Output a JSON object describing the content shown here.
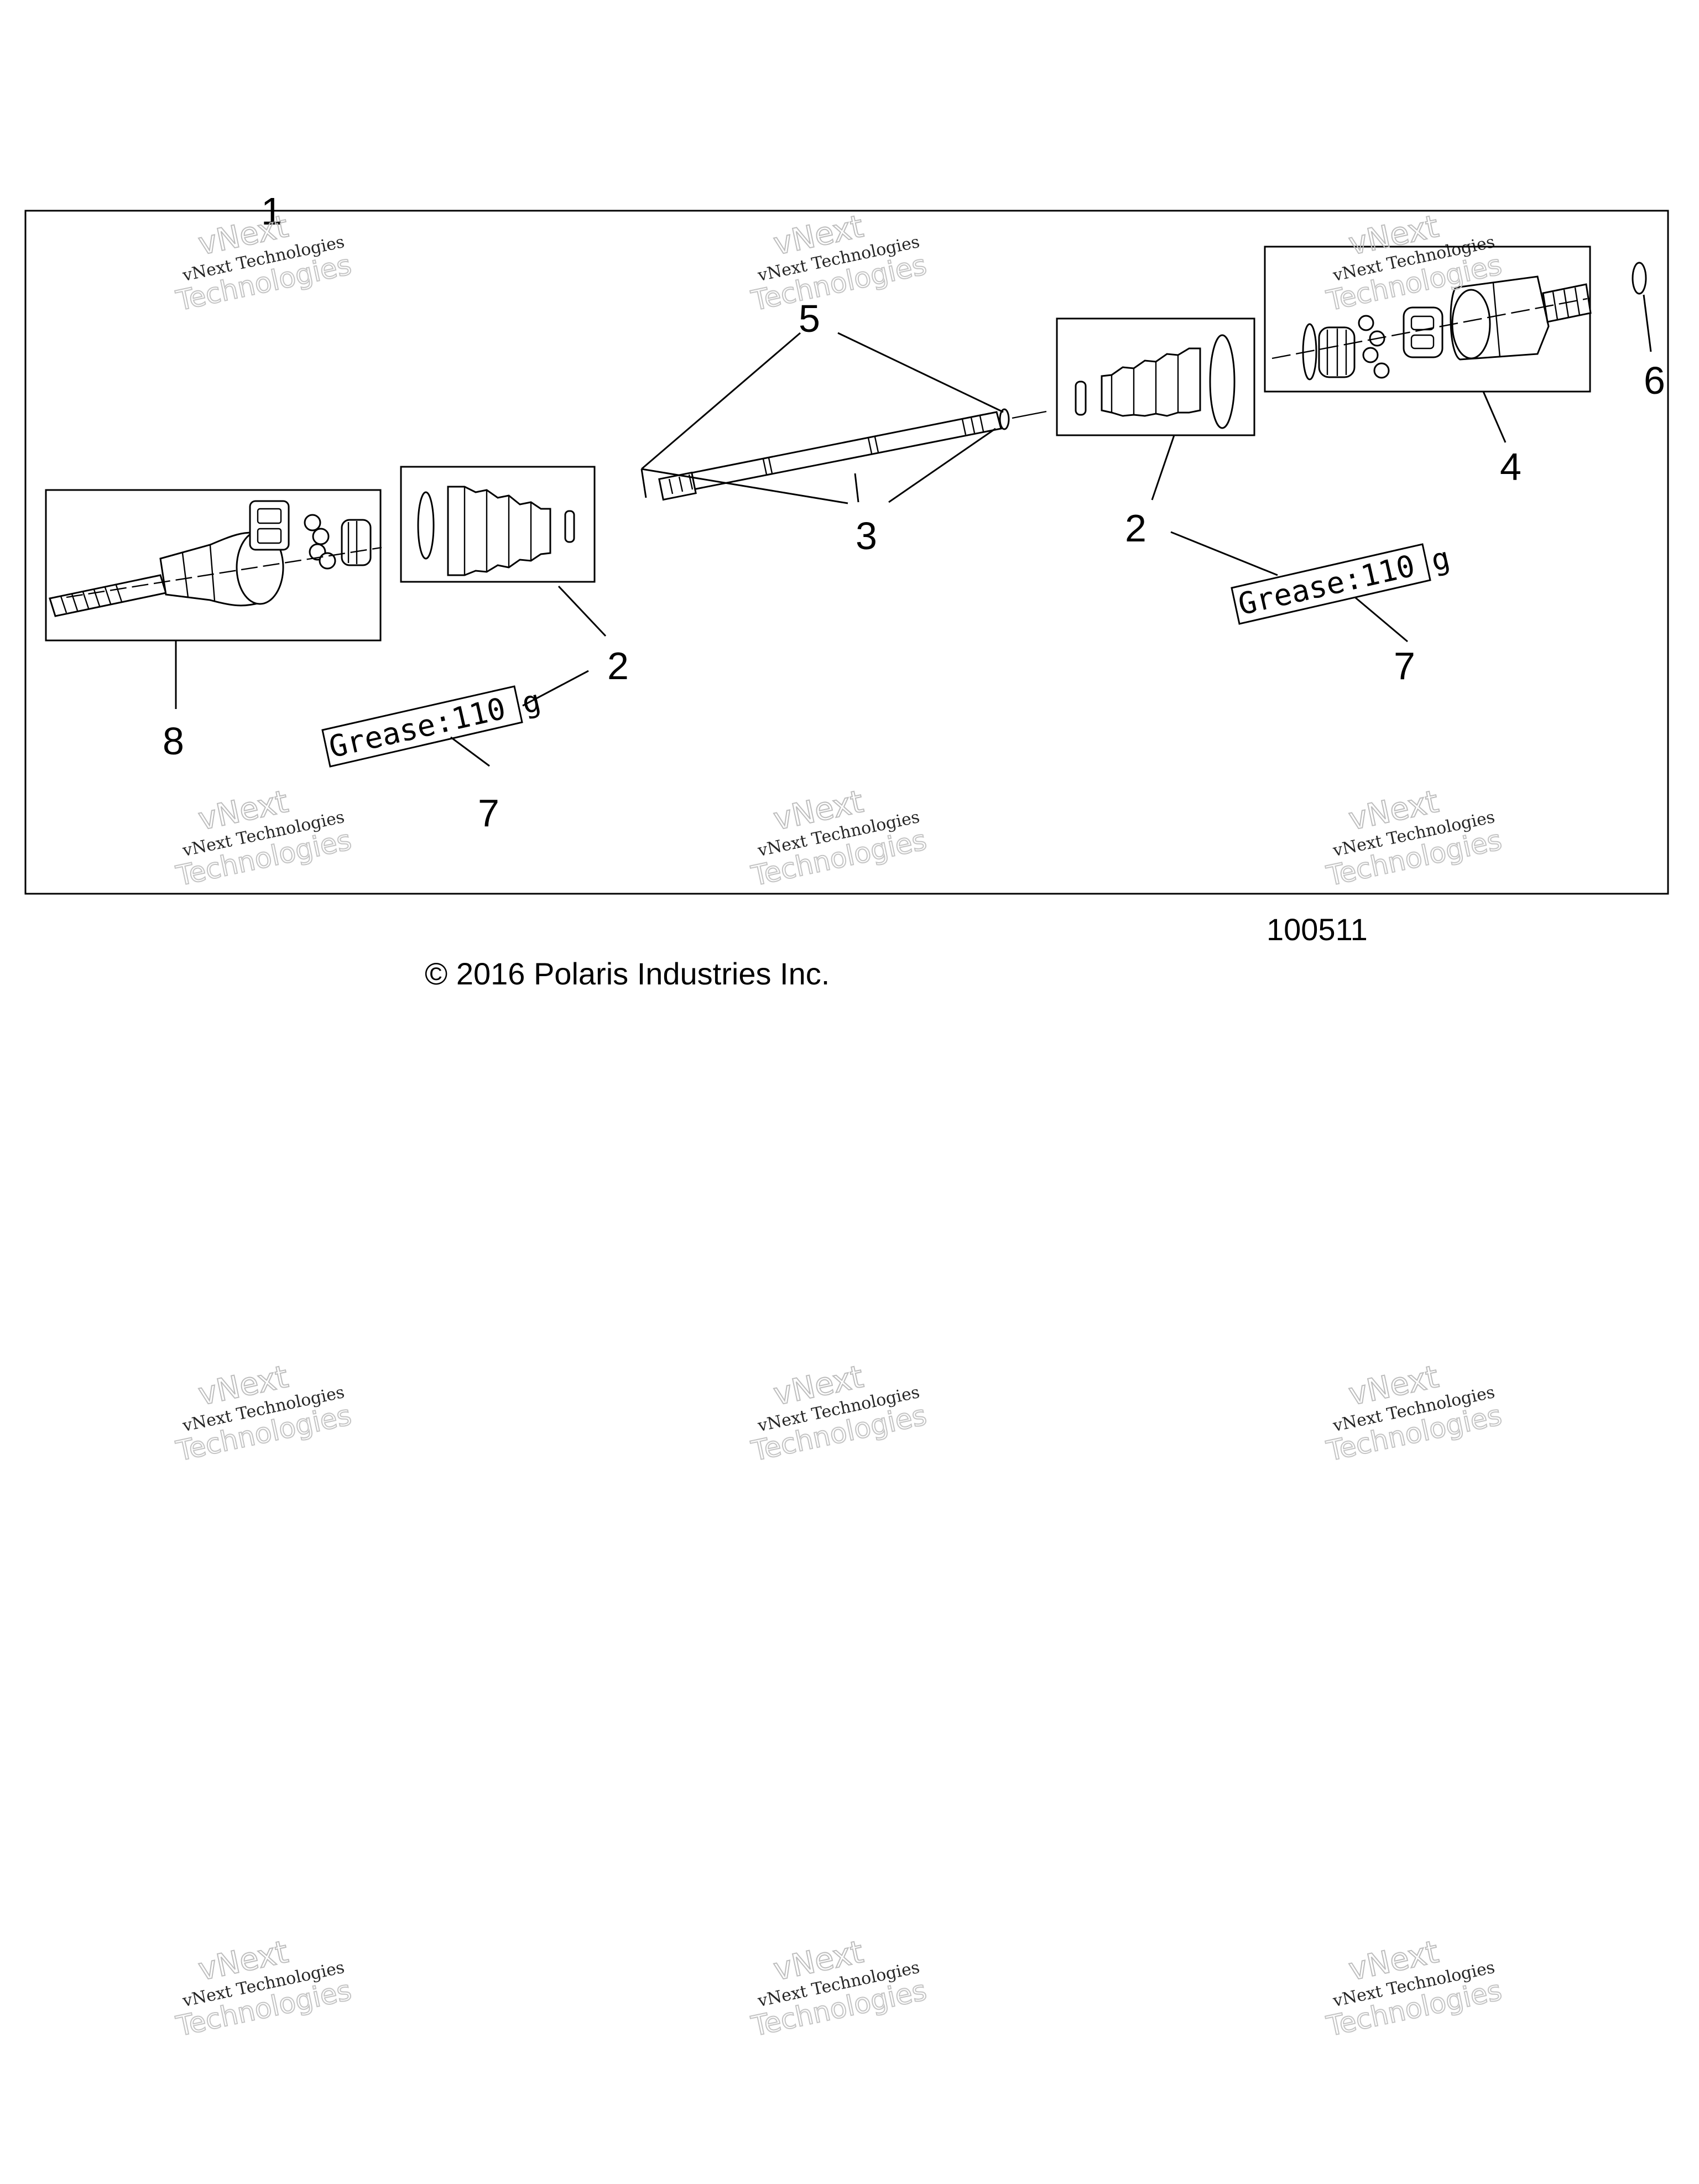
{
  "callouts": {
    "c1": "1",
    "c2_left": "2",
    "c2_right": "2",
    "c3": "3",
    "c4": "4",
    "c5": "5",
    "c6": "6",
    "c7_left": "7",
    "c7_right": "7",
    "c8": "8"
  },
  "grease_labels": {
    "left": "Grease:110 g",
    "right": "Grease:110 g"
  },
  "watermark": {
    "line1": "vNext Technologies",
    "line2": "vNext",
    "line3": "Technologies"
  },
  "drawing_number": "100511",
  "copyright": "© 2016 Polaris Industries Inc."
}
